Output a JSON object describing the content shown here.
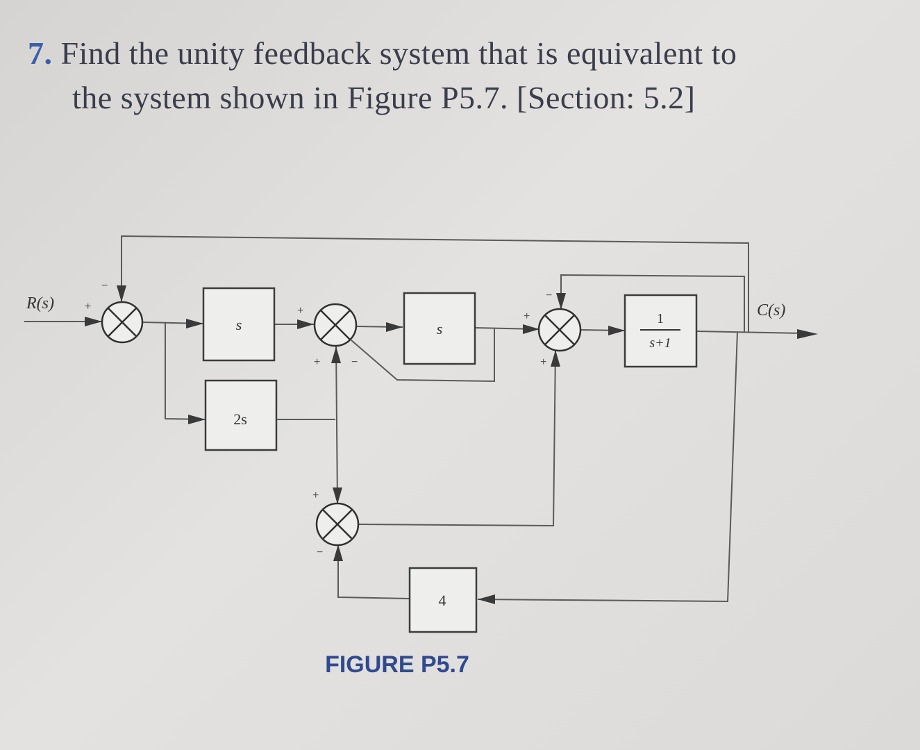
{
  "problem": {
    "number": "7.",
    "line1": "Find the unity feedback system that is equivalent to",
    "line2": "the system shown in Figure P5.7. [Section: 5.2]"
  },
  "diagram": {
    "input_label": "R(s)",
    "output_label": "C(s)",
    "blocks": {
      "s_top": "s",
      "two_s": "2s",
      "s_middle": "s",
      "plant_numerator": "1",
      "plant_denominator": "s+1",
      "gain_four": "4"
    },
    "signs": {
      "sj1_input": "+",
      "sj1_feedback": "−",
      "sj2_left": "+",
      "sj2_bottom": "+",
      "sj2_right": "−",
      "sj3_left": "+",
      "sj3_bottom": "+",
      "sj3_top": "−",
      "sj4_top": "+",
      "sj4_bottom": "−"
    },
    "caption": "FIGURE P5.7"
  },
  "colors": {
    "problem_number": "#3a5fa8",
    "caption": "#2f4a8f",
    "text": "#3a3d4a"
  }
}
